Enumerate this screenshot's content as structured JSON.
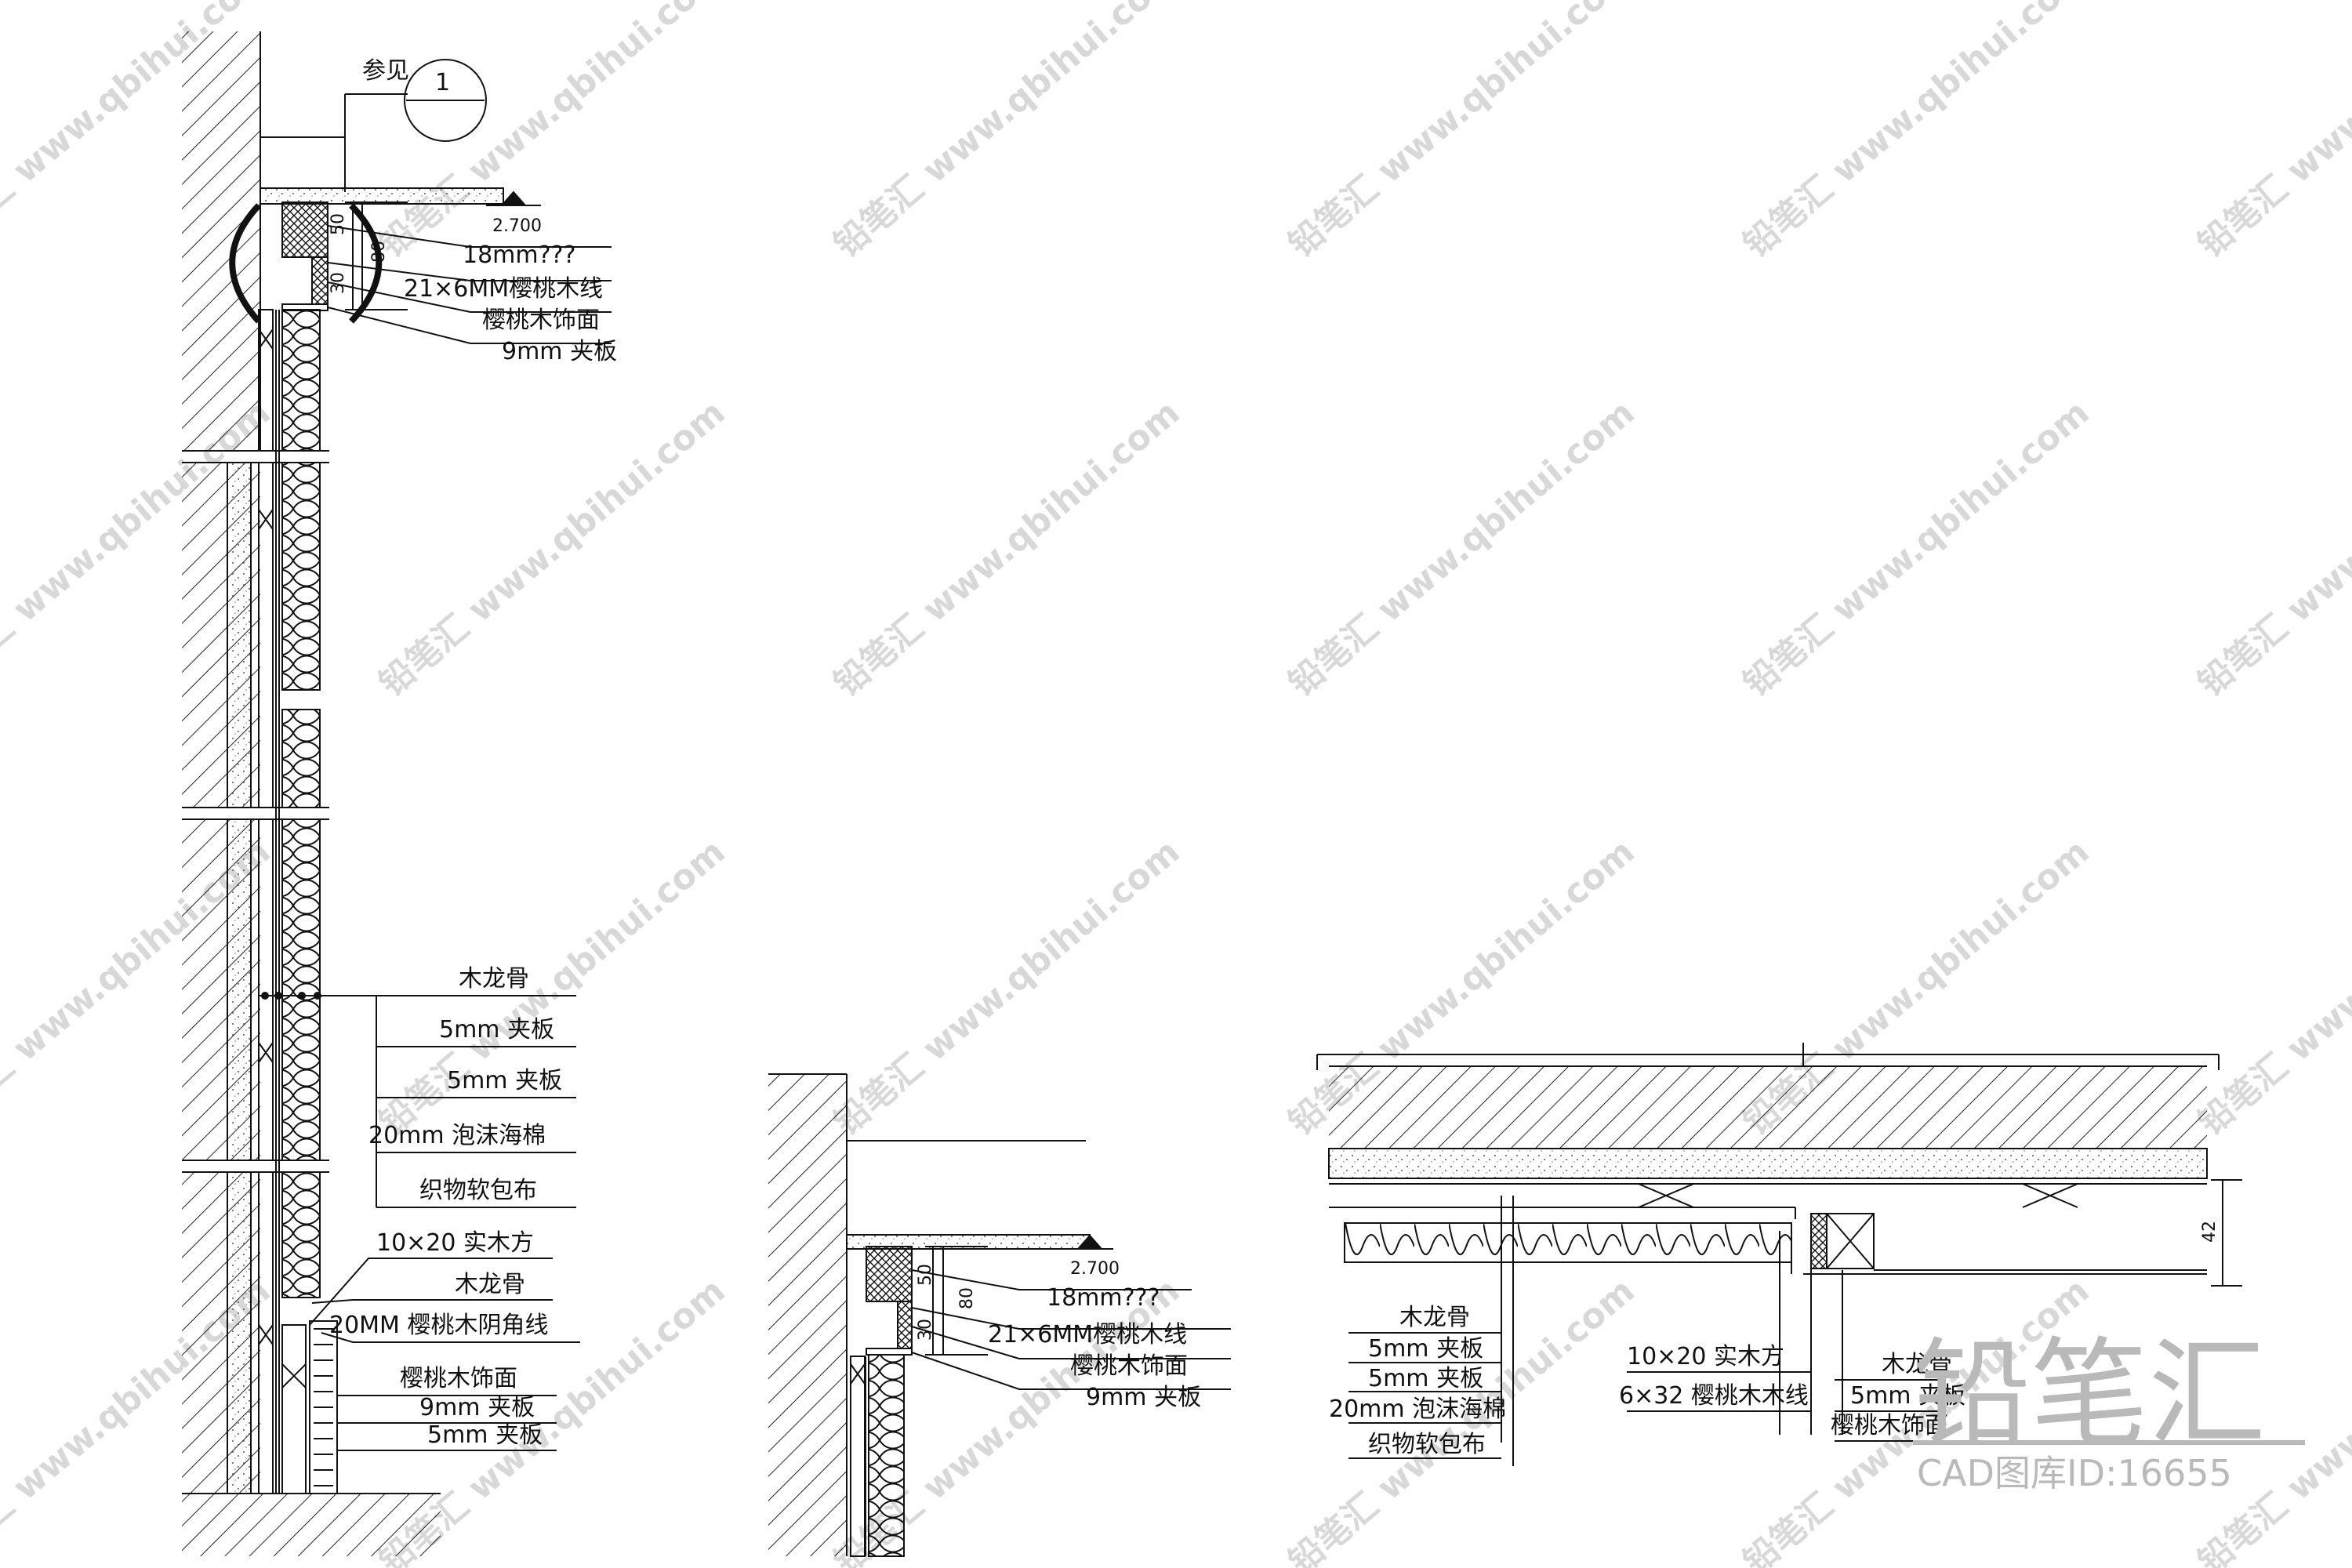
{
  "detail_a": {
    "ref_label": "参见",
    "ref_symbol": "1",
    "elevation": "2.700",
    "dims": [
      "50",
      "80",
      "30"
    ],
    "labels": [
      "18mm???",
      "21×6MM樱桃木线",
      "樱桃木饰面",
      "9mm 夹板"
    ]
  },
  "detail_b": {
    "labels": [
      "木龙骨",
      "5mm 夹板",
      "5mm 夹板",
      "20mm 泡沫海棉",
      "织物软包布"
    ]
  },
  "detail_c": {
    "labels": [
      "10×20 实木方",
      "木龙骨",
      "20MM 樱桃木阴角线",
      "樱桃木饰面",
      "9mm 夹板",
      "5mm 夹板"
    ]
  },
  "detail_d": {
    "elevation": "2.700",
    "dims": [
      "50",
      "80",
      "30"
    ],
    "labels": [
      "18mm???",
      "21×6MM樱桃木线",
      "樱桃木饰面",
      "9mm 夹板"
    ]
  },
  "detail_e": {
    "dim": "42",
    "labels_left": [
      "木龙骨",
      "5mm 夹板",
      "5mm 夹板",
      "20mm 泡沫海棉",
      "织物软包布"
    ],
    "labels_mid": [
      "10×20 实木方",
      "6×32 樱桃木木线"
    ],
    "labels_right": [
      "木龙骨",
      "5mm 夹板",
      "樱桃木饰面"
    ]
  },
  "branding": {
    "logo_text": "铅笔汇",
    "cad_id": "CAD图库ID:16655",
    "watermark_site": "www.qbihui.com",
    "watermark_brand": "铅笔汇"
  }
}
